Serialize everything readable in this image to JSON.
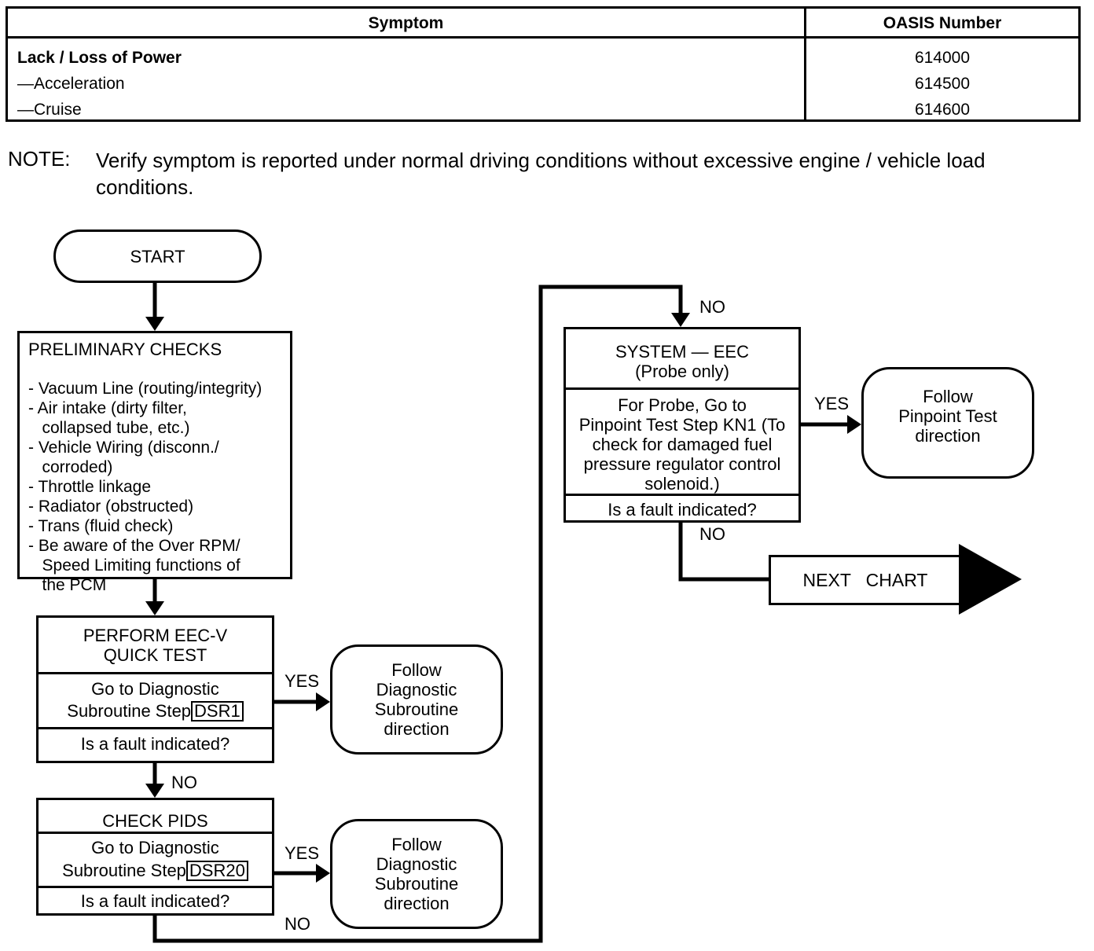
{
  "table": {
    "header_symptom": "Symptom",
    "header_oasis": "OASIS Number",
    "rows": [
      {
        "symptom": "Lack / Loss of Power",
        "oasis": "614000"
      },
      {
        "symptom": "—Acceleration",
        "oasis": "614500"
      },
      {
        "symptom": "—Cruise",
        "oasis": "614600"
      }
    ]
  },
  "note": {
    "label": "NOTE:",
    "text": "Verify symptom is reported under normal driving conditions without excessive engine / vehicle load conditions."
  },
  "flow": {
    "start": "START",
    "preliminary": {
      "title": "PRELIMINARY CHECKS",
      "items": [
        "- Vacuum Line (routing/integrity)",
        "- Air intake (dirty filter,",
        "   collapsed tube, etc.)",
        "- Vehicle Wiring (disconn./",
        "   corroded)",
        "- Throttle linkage",
        "- Radiator (obstructed)",
        "- Trans (fluid check)",
        "- Be aware of the Over RPM/",
        "   Speed Limiting functions of",
        "   the PCM"
      ]
    },
    "quick_test": {
      "title_line1": "PERFORM EEC-V",
      "title_line2": "QUICK TEST",
      "action_line1": "Go to Diagnostic",
      "action_line2": "Subroutine Step",
      "ref": "DSR1",
      "question": "Is a fault indicated?"
    },
    "check_pids": {
      "title": "CHECK PIDS",
      "action_line1": "Go to Diagnostic",
      "action_line2": "Subroutine Step",
      "ref": "DSR20",
      "question": "Is a fault indicated?"
    },
    "system_eec": {
      "title_line1": "SYSTEM — EEC",
      "title_line2": "(Probe only)",
      "action_lines": [
        "For Probe, Go to",
        "Pinpoint Test Step KN1 (To",
        "check for damaged fuel",
        "pressure regulator control",
        "solenoid.)"
      ],
      "question": "Is a fault indicated?"
    },
    "follow_dsr_1": [
      "Follow",
      "Diagnostic",
      "Subroutine",
      "direction"
    ],
    "follow_dsr_2": [
      "Follow",
      "Diagnostic",
      "Subroutine",
      "direction"
    ],
    "follow_pinpoint": [
      "Follow",
      "Pinpoint Test",
      "direction"
    ],
    "next_chart": "NEXT   CHART",
    "labels": {
      "yes": "YES",
      "no": "NO"
    }
  }
}
